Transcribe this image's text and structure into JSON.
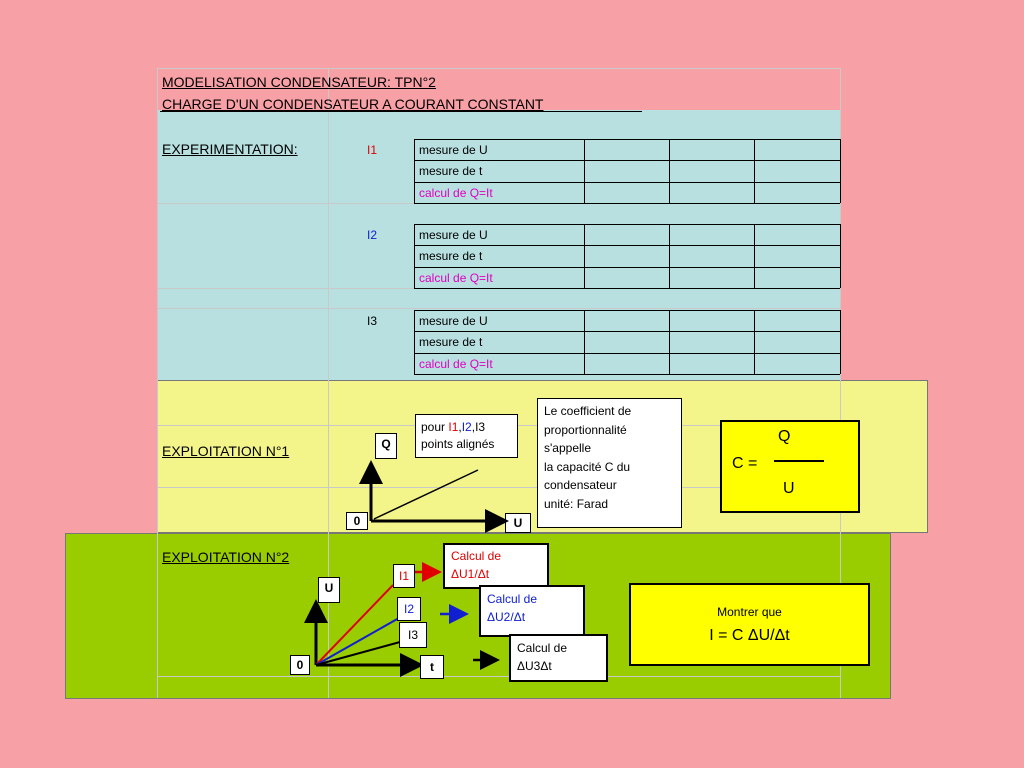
{
  "header": {
    "title_line1": "MODELISATION CONDENSATEUR: TPN°2",
    "title_line2": "CHARGE D'UN CONDENSATEUR A COURANT CONSTANT"
  },
  "experimentation": {
    "label": "EXPERIMENTATION:",
    "groups": [
      {
        "current": "I1",
        "rows": [
          "mesure de U",
          "mesure de t",
          "calcul de Q=It"
        ]
      },
      {
        "current": "I2",
        "rows": [
          "mesure de U",
          "mesure de t",
          "calcul de Q=It"
        ]
      },
      {
        "current": "I3",
        "rows": [
          "mesure de U",
          "mesure de t",
          "calcul de Q=It"
        ]
      }
    ]
  },
  "exploitation1": {
    "label": "EXPLOITATION N°1",
    "legend_pour": "pour ",
    "legend_i1": "I1",
    "legend_comma1": ",",
    "legend_i2": "I2",
    "legend_comma2": ",",
    "legend_i3": "I3",
    "legend_line2": "points alignés",
    "axis_y": "Q",
    "axis_x": "U",
    "origin": "0",
    "coef_lines": [
      "Le coefficient de",
      "proportionnalité",
      "s'appelle",
      "la capacité C du",
      "condensateur",
      "unité: Farad"
    ],
    "formula_c": "C =",
    "formula_num": "Q",
    "formula_den": "U"
  },
  "exploitation2": {
    "label": "EXPLOITATION N°2",
    "axis_y": "U",
    "axis_x": "t",
    "origin": "0",
    "line_i1": "I1",
    "line_i2": "I2",
    "line_i3": "I3",
    "calc1_l1": "Calcul de",
    "calc1_l2": "ΔU1/Δt",
    "calc2_l1": "Calcul de",
    "calc2_l2": "ΔU2/Δt",
    "calc3_l1": "Calcul de",
    "calc3_l2": "ΔU3Δt",
    "show_l1": "Montrer que",
    "show_l2": "I = C ΔU/Δt"
  },
  "colors": {
    "page_bg": "#f7a0a6",
    "exp_bg": "#b8e0e0",
    "exploit1_bg": "#f3f58a",
    "exploit2_bg": "#9acd00",
    "yellow_box": "#ffff00",
    "red": "#e00000",
    "blue": "#1020d0",
    "magenta": "#e000c0"
  }
}
